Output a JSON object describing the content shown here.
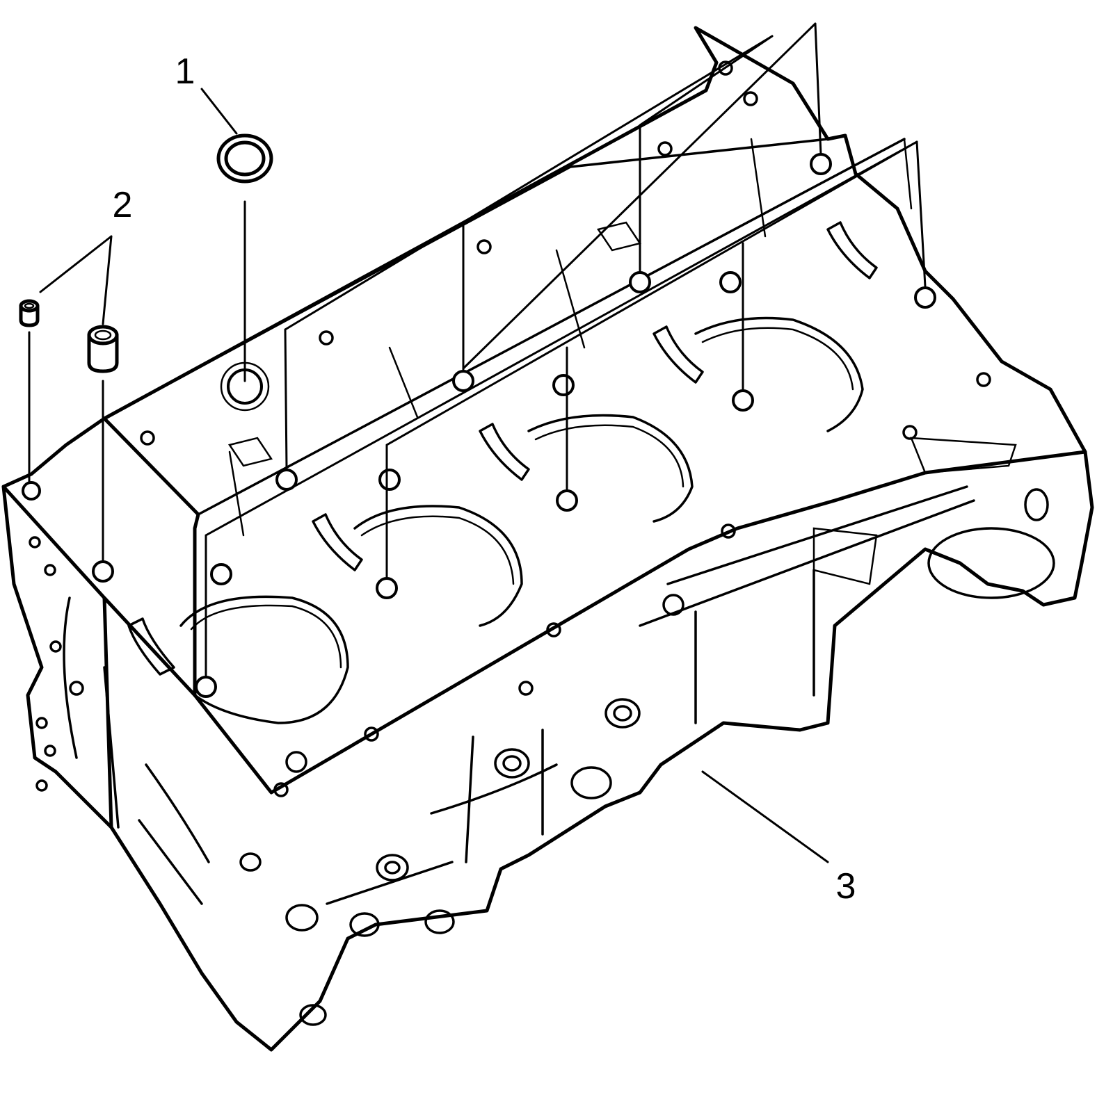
{
  "diagram": {
    "callouts": [
      {
        "id": "1",
        "text": "1"
      },
      {
        "id": "2",
        "text": "2"
      },
      {
        "id": "3",
        "text": "3"
      }
    ]
  },
  "colors": {
    "line": "#000000",
    "background": "#ffffff"
  },
  "icons": [
    "o-ring",
    "dowel-pin-small",
    "dowel-pin-large",
    "engine-block"
  ]
}
